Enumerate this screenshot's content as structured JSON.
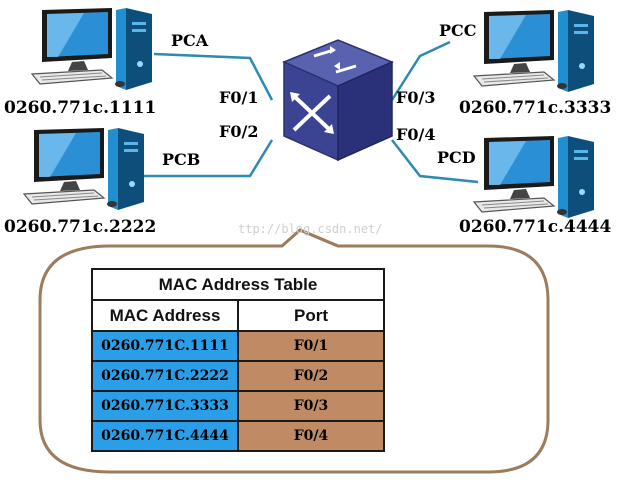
{
  "colors": {
    "cable": "#2e8ab0",
    "mac_cell": "#2a9fe8",
    "port_cell": "#c08a64",
    "bubble_border": "#9c7c5c"
  },
  "hosts": {
    "pca": {
      "name": "PCA",
      "port": "F0/1",
      "mac": "0260.771c.1111"
    },
    "pcb": {
      "name": "PCB",
      "port": "F0/2",
      "mac": "0260.771c.2222"
    },
    "pcc": {
      "name": "PCC",
      "port": "F0/3",
      "mac": "0260.771c.3333"
    },
    "pcd": {
      "name": "PCD",
      "port": "F0/4",
      "mac": "0260.771c.4444"
    }
  },
  "watermark": "ttp://blog.csdn.net/",
  "table": {
    "title": "MAC Address Table",
    "headers": [
      "MAC Address",
      "Port"
    ],
    "rows": [
      {
        "mac": "0260.771C.1111",
        "port": "F0/1"
      },
      {
        "mac": "0260.771C.2222",
        "port": "F0/2"
      },
      {
        "mac": "0260.771C.3333",
        "port": "F0/3"
      },
      {
        "mac": "0260.771C.4444",
        "port": "F0/4"
      }
    ]
  }
}
